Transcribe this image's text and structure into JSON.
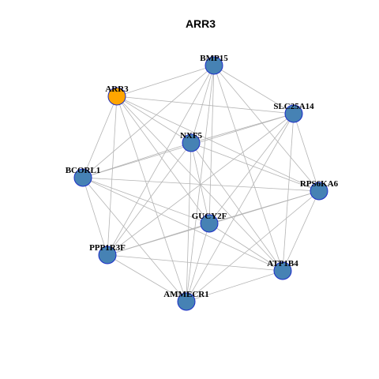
{
  "title": "ARR3",
  "colors": {
    "edge": "#b4b4b4",
    "node_default": "#4682b4",
    "node_focus": "#ffa500",
    "node_border": "#1c2ec8"
  },
  "graph": {
    "nodes": [
      {
        "id": "BMP15",
        "label": "BMP15",
        "focus": false
      },
      {
        "id": "ARR3",
        "label": "ARR3",
        "focus": true
      },
      {
        "id": "SLC25A14",
        "label": "SLC25A14",
        "focus": false
      },
      {
        "id": "NXF5",
        "label": "NXF5",
        "focus": false
      },
      {
        "id": "BCORL1",
        "label": "BCORL1",
        "focus": false
      },
      {
        "id": "RPS6KA6",
        "label": "RPS6KA6",
        "focus": false
      },
      {
        "id": "GUCY2F",
        "label": "GUCY2F",
        "focus": false
      },
      {
        "id": "PPP1R3F",
        "label": "PPP1R3F",
        "focus": false
      },
      {
        "id": "ATP1B4",
        "label": "ATP1B4",
        "focus": false
      },
      {
        "id": "AMMECR1",
        "label": "AMMECR1",
        "focus": false
      }
    ],
    "edges": [
      [
        "BMP15",
        "ARR3"
      ],
      [
        "BMP15",
        "SLC25A14"
      ],
      [
        "BMP15",
        "NXF5"
      ],
      [
        "BMP15",
        "BCORL1"
      ],
      [
        "BMP15",
        "RPS6KA6"
      ],
      [
        "BMP15",
        "GUCY2F"
      ],
      [
        "BMP15",
        "PPP1R3F"
      ],
      [
        "BMP15",
        "ATP1B4"
      ],
      [
        "BMP15",
        "AMMECR1"
      ],
      [
        "ARR3",
        "SLC25A14"
      ],
      [
        "ARR3",
        "NXF5"
      ],
      [
        "ARR3",
        "BCORL1"
      ],
      [
        "ARR3",
        "RPS6KA6"
      ],
      [
        "ARR3",
        "GUCY2F"
      ],
      [
        "ARR3",
        "PPP1R3F"
      ],
      [
        "ARR3",
        "ATP1B4"
      ],
      [
        "ARR3",
        "AMMECR1"
      ],
      [
        "SLC25A14",
        "NXF5"
      ],
      [
        "SLC25A14",
        "BCORL1"
      ],
      [
        "SLC25A14",
        "RPS6KA6"
      ],
      [
        "SLC25A14",
        "GUCY2F"
      ],
      [
        "SLC25A14",
        "PPP1R3F"
      ],
      [
        "SLC25A14",
        "ATP1B4"
      ],
      [
        "SLC25A14",
        "AMMECR1"
      ],
      [
        "NXF5",
        "BCORL1"
      ],
      [
        "NXF5",
        "RPS6KA6"
      ],
      [
        "NXF5",
        "GUCY2F"
      ],
      [
        "NXF5",
        "PPP1R3F"
      ],
      [
        "NXF5",
        "ATP1B4"
      ],
      [
        "NXF5",
        "AMMECR1"
      ],
      [
        "BCORL1",
        "RPS6KA6"
      ],
      [
        "BCORL1",
        "GUCY2F"
      ],
      [
        "BCORL1",
        "PPP1R3F"
      ],
      [
        "BCORL1",
        "ATP1B4"
      ],
      [
        "BCORL1",
        "AMMECR1"
      ],
      [
        "RPS6KA6",
        "GUCY2F"
      ],
      [
        "RPS6KA6",
        "PPP1R3F"
      ],
      [
        "RPS6KA6",
        "ATP1B4"
      ],
      [
        "RPS6KA6",
        "AMMECR1"
      ],
      [
        "GUCY2F",
        "PPP1R3F"
      ],
      [
        "GUCY2F",
        "ATP1B4"
      ],
      [
        "GUCY2F",
        "AMMECR1"
      ],
      [
        "PPP1R3F",
        "ATP1B4"
      ],
      [
        "PPP1R3F",
        "AMMECR1"
      ],
      [
        "ATP1B4",
        "AMMECR1"
      ]
    ]
  }
}
